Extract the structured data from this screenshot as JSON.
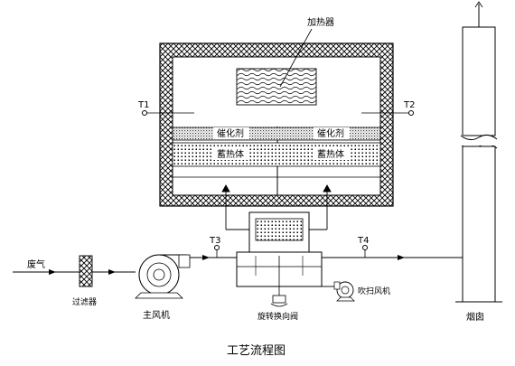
{
  "labels": {
    "heater": "加热器",
    "t1": "T1",
    "t2": "T2",
    "t3": "T3",
    "t4": "T4",
    "catalyst_left": "催化剂",
    "catalyst_right": "催化剂",
    "heat_storage_left": "蓄热体",
    "heat_storage_right": "蓄热体",
    "waste_gas": "废气",
    "filter": "过滤器",
    "main_fan": "主风机",
    "rotary_valve": "旋转换向阀",
    "purge_fan": "吹扫风机",
    "chimney": "烟囱"
  },
  "caption": "工艺流程图"
}
